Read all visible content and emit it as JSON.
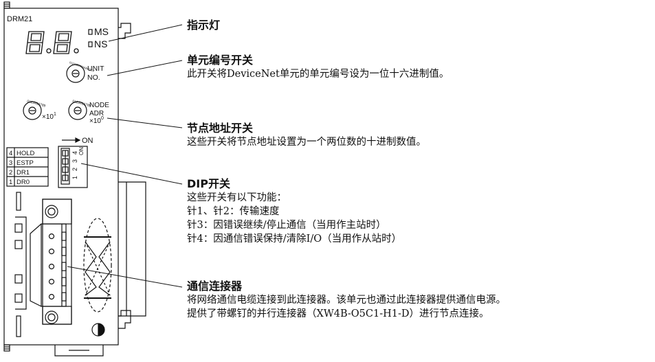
{
  "device": {
    "model": "DRM21",
    "segment_display": "8.8.",
    "leds": {
      "ms": "MS",
      "ns": "NS"
    },
    "unit_switch_label_1": "UNIT",
    "unit_switch_label_2": "NO.",
    "unit_dial_digits": "0123456789ABCDEF",
    "node_dial_digits": "0123456789",
    "multiplier_1": "×10",
    "multiplier_1_exp": "1",
    "multiplier_0": "×10",
    "multiplier_0_exp": "0",
    "node_label_1": "NODE",
    "node_label_2": "ADR",
    "dip_on": "ON",
    "dip_rows": [
      {
        "num": "4",
        "name": "HOLD"
      },
      {
        "num": "3",
        "name": "ESTP"
      },
      {
        "num": "2",
        "name": "DR1"
      },
      {
        "num": "1",
        "name": "DR0"
      }
    ],
    "dip_pin_numbers": [
      "4",
      "3",
      "2",
      "1"
    ]
  },
  "callouts": [
    {
      "title": "指示灯",
      "lines": []
    },
    {
      "title": "单元编号开关",
      "lines": [
        "此开关将DeviceNet单元的单元编号设为一位十六进制值。"
      ]
    },
    {
      "title": "节点地址开关",
      "lines": [
        "这些开关将节点地址设置为一个两位数的十进制数值。"
      ]
    },
    {
      "title": "DIP开关",
      "lines": [
        "这些开关有以下功能：",
        "针1、针2：传输速度",
        "针3：因错误继续/停止通信（当用作主站时）",
        "针4：因通信错误保持/清除I/O（当用作从站时）"
      ]
    },
    {
      "title": "通信连接器",
      "lines": [
        "将网络通信电缆连接到此连接器。该单元也通过此连接器提供通信电源。",
        "提供了带螺钉的并行连接器（XW4B-O5C1-H1-D）进行节点连接。"
      ]
    }
  ]
}
